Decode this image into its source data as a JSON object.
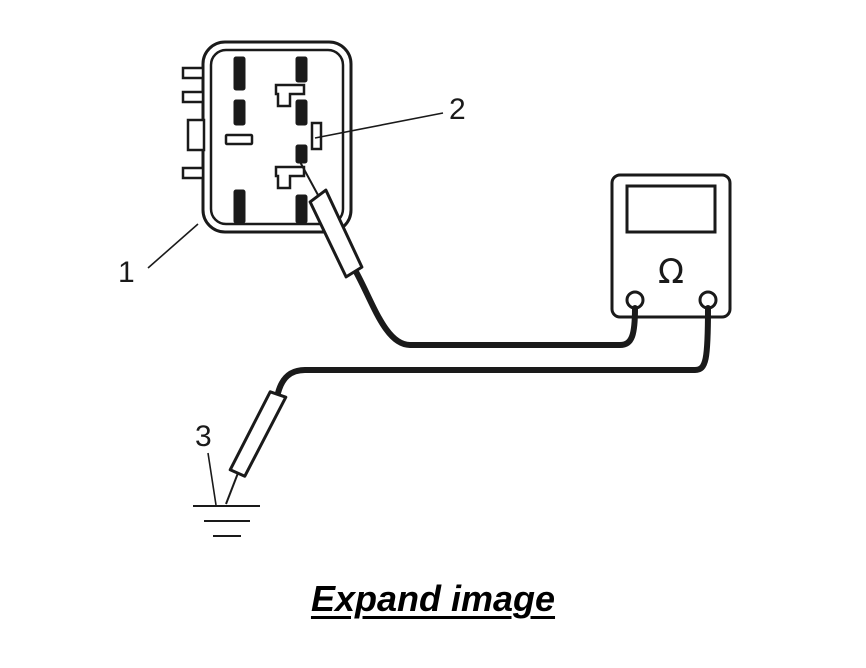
{
  "callouts": {
    "relay": "1",
    "terminal": "2",
    "ground": "3"
  },
  "meter": {
    "symbol": "Ω"
  },
  "link": {
    "label": "Expand image"
  },
  "colors": {
    "ink": "#1a1a1a",
    "background": "#ffffff"
  }
}
